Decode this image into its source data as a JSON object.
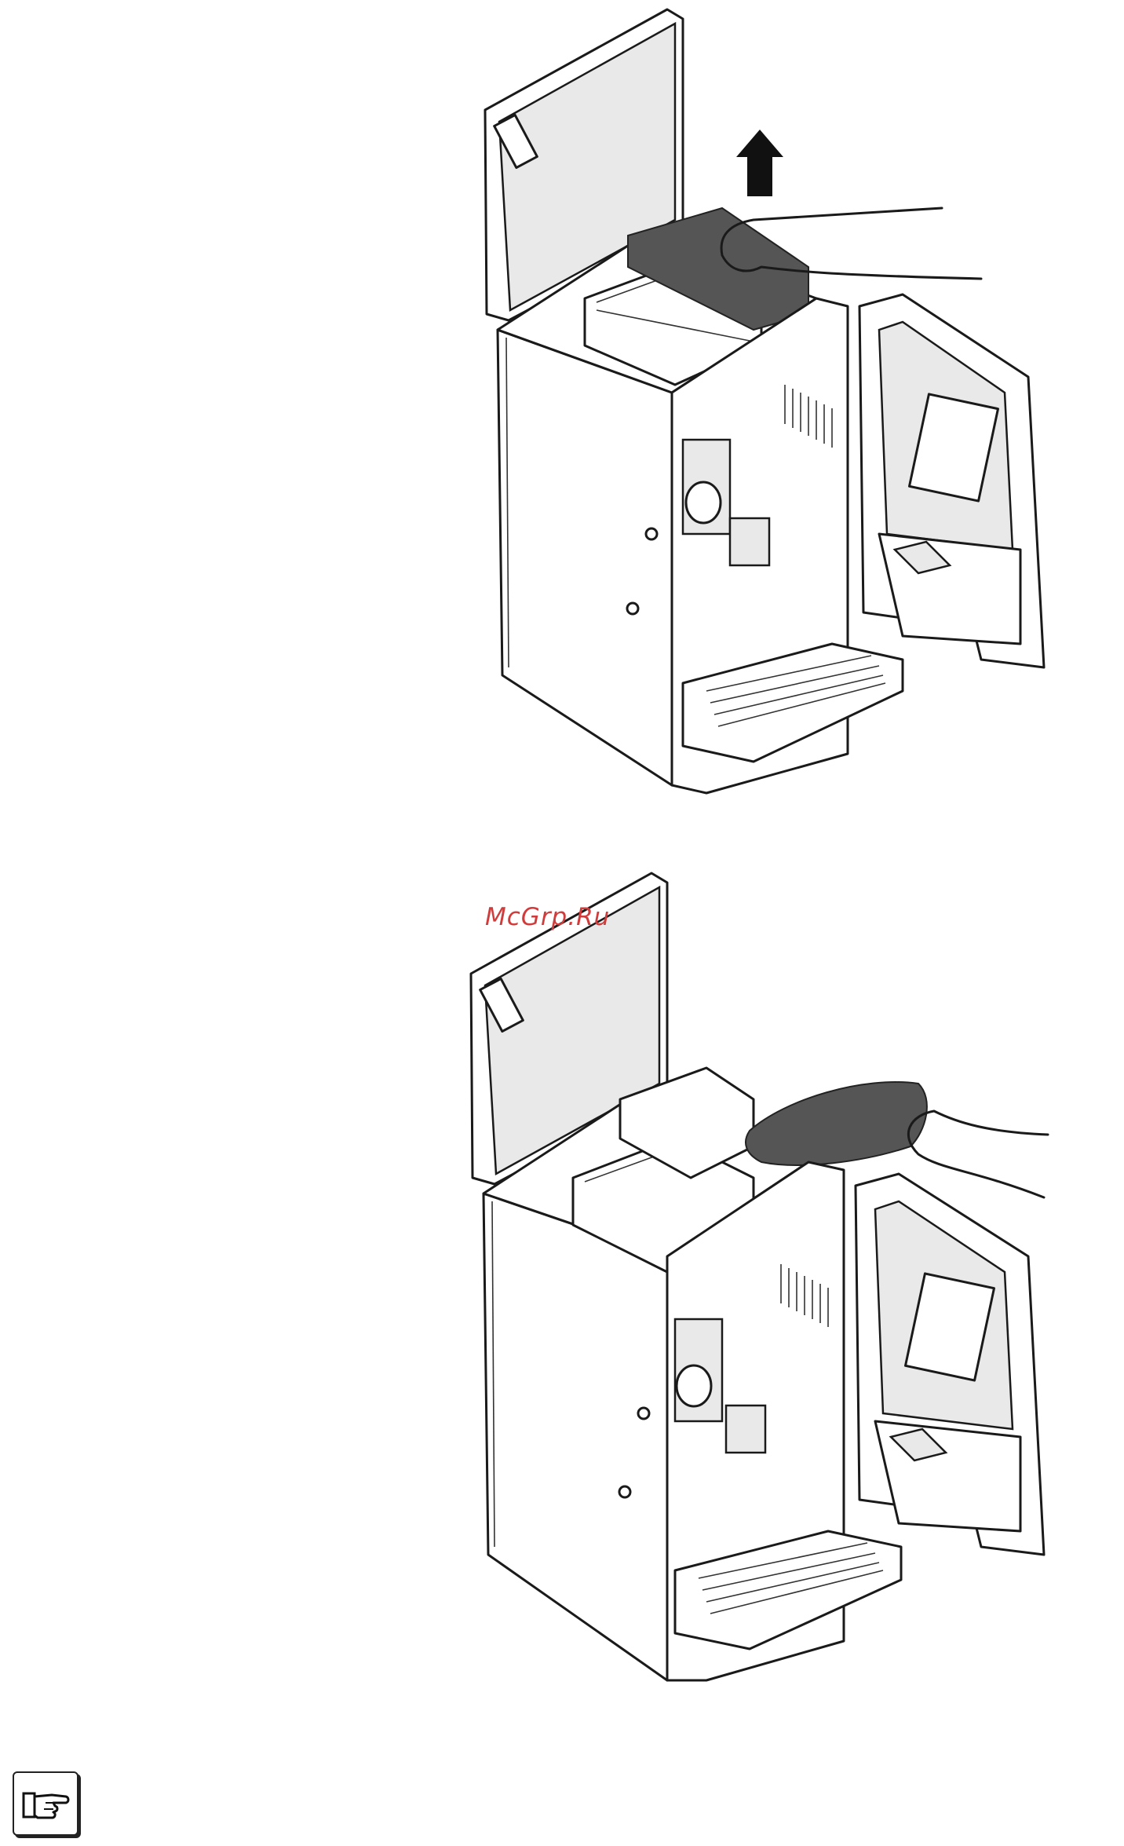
{
  "watermark": {
    "text": "McGrp.Ru",
    "color": "#d03c3c"
  },
  "illustrations": [
    {
      "step": "lift-cover",
      "icon": "up-arrow-icon"
    },
    {
      "step": "insert-bag",
      "icon": "bag-icon"
    }
  ],
  "note": {
    "icon": "pointing-hand-icon"
  }
}
